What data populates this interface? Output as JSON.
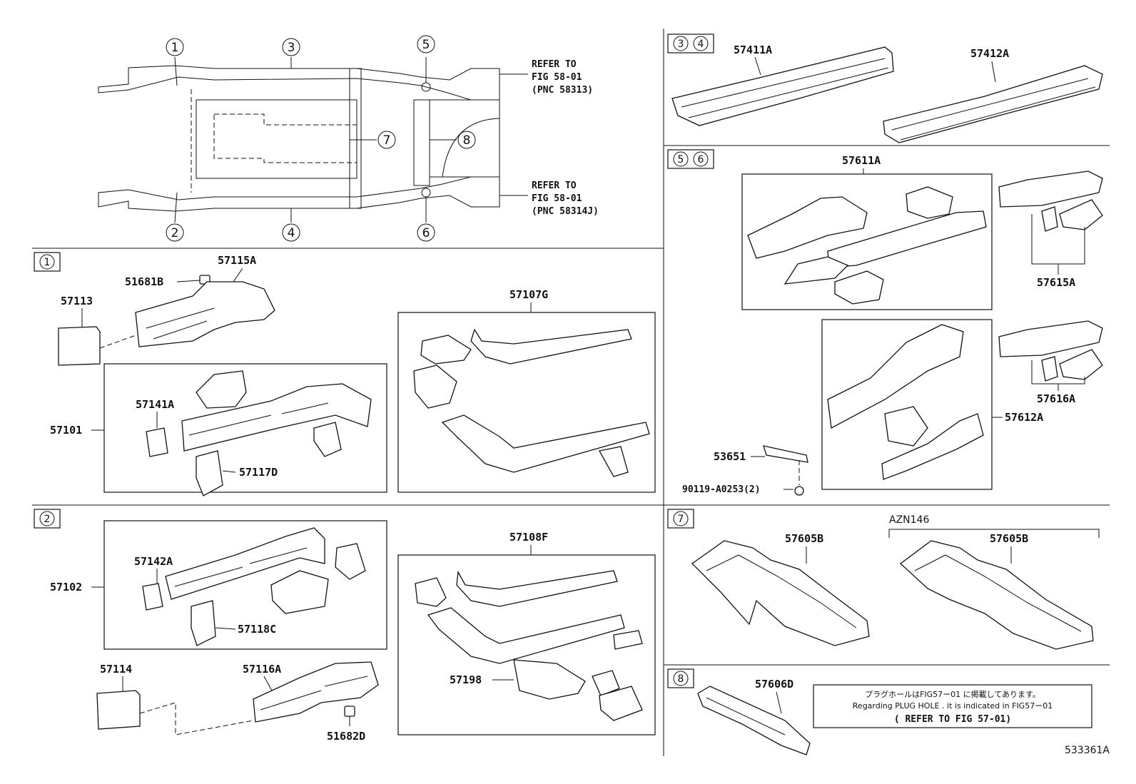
{
  "overview": {
    "callouts": [
      "1",
      "2",
      "3",
      "4",
      "5",
      "6",
      "7",
      "8"
    ],
    "refer_top": [
      "REFER TO",
      "FIG 58-01",
      "(PNC 58313)"
    ],
    "refer_bottom": [
      "REFER TO",
      "FIG 58-01",
      "(PNC 58314J)"
    ]
  },
  "sections": {
    "s1": {
      "tag": "1",
      "parts": {
        "p57113": "57113",
        "p51681B": "51681B",
        "p57115A": "57115A",
        "p57101": "57101",
        "p57141A": "57141A",
        "p57117D": "57117D",
        "p57107G": "57107G"
      }
    },
    "s2": {
      "tag": "2",
      "parts": {
        "p57102": "57102",
        "p57142A": "57142A",
        "p57118C": "57118C",
        "p57114": "57114",
        "p57116A": "57116A",
        "p51682D": "51682D",
        "p57108F": "57108F",
        "p57198": "57198"
      }
    },
    "s34": {
      "tags": [
        "3",
        "4"
      ],
      "parts": {
        "p57411A": "57411A",
        "p57412A": "57412A"
      }
    },
    "s56": {
      "tags": [
        "5",
        "6"
      ],
      "parts": {
        "p57611A": "57611A",
        "p57615A": "57615A",
        "p57616A": "57616A",
        "p57612A": "57612A",
        "p53651": "53651",
        "p90119": "90119-A0253(2)"
      }
    },
    "s7": {
      "tag": "7",
      "variant": "AZN146",
      "parts": {
        "p57605B_a": "57605B",
        "p57605B_b": "57605B"
      }
    },
    "s8": {
      "tag": "8",
      "parts": {
        "p57606D": "57606D"
      },
      "note": {
        "jp": "プラグホールはFIG57ー01 に掲載してあります。",
        "en": "Regarding PLUG HOLE . it is indicated in FIG57ー01",
        "ref": "( REFER TO FIG 57-01)"
      }
    }
  },
  "figure_id": "533361A"
}
